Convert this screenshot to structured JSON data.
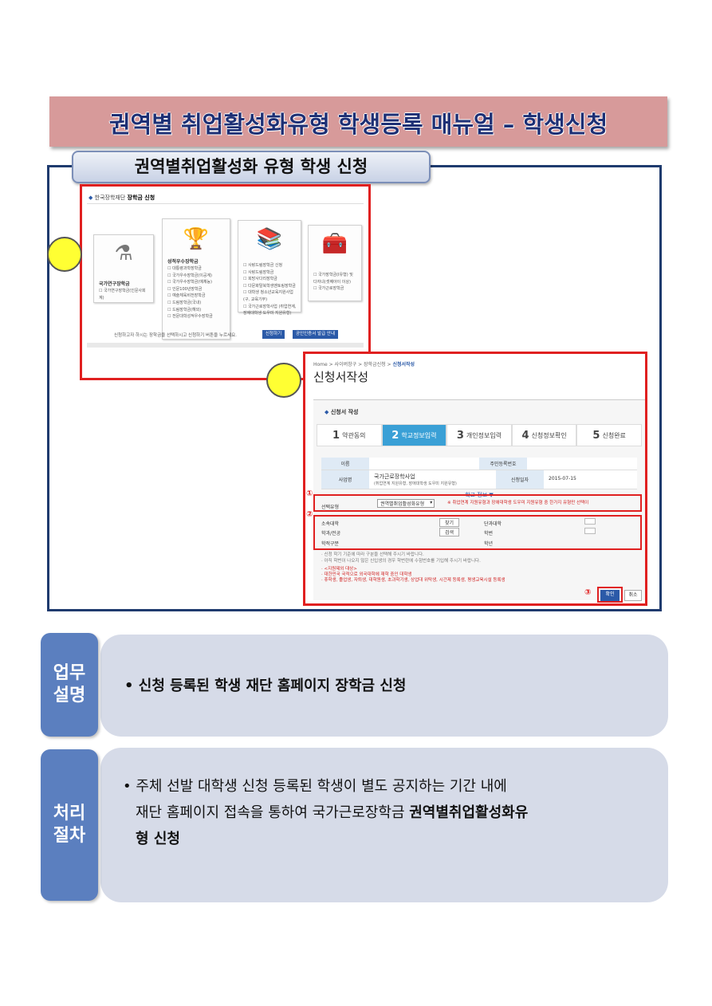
{
  "banner": {
    "title": "권역별 취업활성화유형 학생등록 매뉴얼 – 학생신청"
  },
  "subtitle": "권역별취업활성화 유형 학생 신청",
  "shot1": {
    "breadcrumb_prefix": "한국장학재단",
    "breadcrumb_title": "장학금 신청",
    "cards": [
      {
        "title": "국가연구장학금",
        "items": [
          "국가연구장학금(인문사회계)"
        ]
      },
      {
        "title": "성적우수장학금",
        "items": [
          "대통령과학장학금",
          "국가우수장학금(이공계)",
          "국가우수장학금(예체능)",
          "인문100년장학금",
          "예술체육비전장학금",
          "드림장학금(국내)",
          "드림장학금(해외)",
          "전문대학성적우수장학금"
        ]
      },
      {
        "title": "",
        "items": [
          "사랑드림장학금 신청",
          "사랑드림장학금",
          "희망사다리장학금",
          "다문화탈북학생멘토링장학금",
          "대학생 청소년교육지원사업 (구, 교육기부)",
          "국가근로장학사업 (취업연계, 장애대학생 도우미 지원유형)"
        ]
      },
      {
        "title": "",
        "items": [
          "국가장학금(I유형) 및 다자녀(셋째아이 이상)",
          "국가근로장학금"
        ]
      }
    ],
    "note": "신청하고자 하시는 장학금을 선택하시고 신청하기 버튼을 누르세요.",
    "btn_apply": "신청하기",
    "btn_cert": "공인인증서 발급 안내"
  },
  "shot2": {
    "breadcrumb": "Home > 사이버창구 > 장학금신청 > ",
    "breadcrumb_current": "신청서작성",
    "title": "신청서작성",
    "section": "신청서 작성",
    "steps": [
      {
        "n": "1",
        "label": "약관동의"
      },
      {
        "n": "2",
        "label": "학교정보입력"
      },
      {
        "n": "3",
        "label": "개인정보입력"
      },
      {
        "n": "4",
        "label": "신청정보확인"
      },
      {
        "n": "5",
        "label": "신청완료"
      }
    ],
    "row1_h1": "이름",
    "row1_h2": "주민등록번호",
    "row2_h1": "사업명",
    "row2_v1": "국가근로장학사업",
    "row2_v1b": "(취업연계 지원유형, 장애대학생 도우미 지원유형)",
    "row2_h2": "신청일자",
    "row2_v2": "2015-07-15",
    "school_info": "학교 정보 ▼",
    "circ1": "①",
    "circ2": "②",
    "circ3": "③",
    "select_label": "선택유형",
    "select_value": "권역별취업활성화유형",
    "select_note": "※ 취업연계 지원유형과 장애대학생 도우미 지원유형 중 한가지 유형만 선택이",
    "field_univ": "소속대학",
    "field_dept": "학과/전공",
    "field_type": "학적구분",
    "field_campus": "단과대학",
    "field_stuno": "학번",
    "field_grade": "학년",
    "btn_search1": "찾기",
    "btn_search2": "검색",
    "note1": "· 신청 학기 기준에 따라 구분을 선택해 주시기 바랍니다.",
    "note2": "· 아직 학번이 나오지 않은 신입생의 경우 학번란에 수험번호를 기입해 주시기 바랍니다.",
    "red1": "· <지원제외 대상>",
    "red2": "· 대한민국 국적으로 외국대학에 재학 중인 대학생",
    "red3": "· 휴학생, 졸업생, 자퇴생, 대학원생, 초과학기생, 상업대 위탁생, 시간제 등록생, 평생교육시설 등록생",
    "btn_ok": "확인",
    "btn_cancel": "취소"
  },
  "box1": {
    "tab": [
      "업무",
      "설명"
    ],
    "text": "• 신청 등록된 학생 재단 홈페이지 장학금 신청"
  },
  "box2": {
    "tab": [
      "처리",
      "절차"
    ],
    "line1": "• 주체 선발 대학생  신청 등록된 학생이 별도 공지하는 기간 내에",
    "line2a": "재단 홈페이지 접속을 통하여 국가근로장학금 ",
    "line2b": "권역별취업활성화유",
    "line3": "형 신청"
  }
}
